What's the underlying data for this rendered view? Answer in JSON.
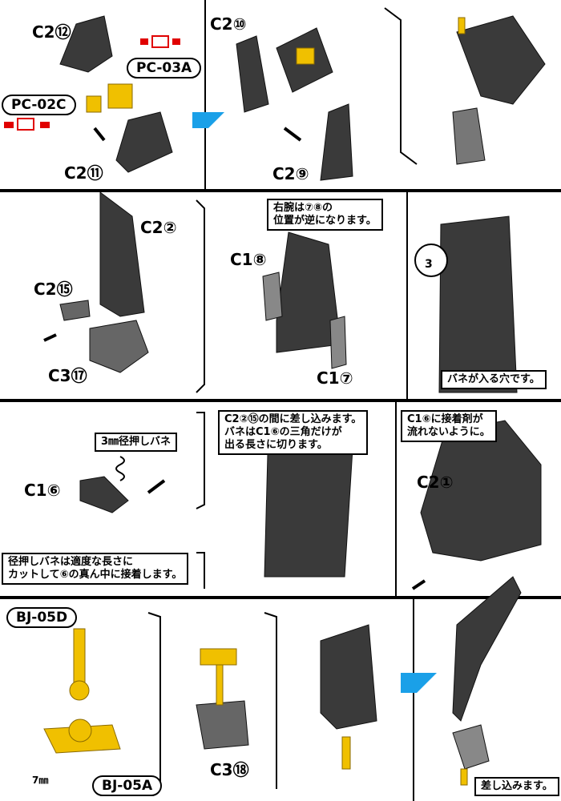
{
  "step1": {
    "labels": [
      "C2⑫",
      "PC-03A",
      "PC-02C",
      "C2⑪",
      "C2⑩",
      "C2⑨"
    ]
  },
  "step2": {
    "labels": [
      "C2②",
      "C2⑮",
      "C3⑰",
      "C1⑧",
      "C1⑦"
    ],
    "note_arm": "右腕は⑦⑧の\n位置が逆になります。",
    "note_hole": "バネが入る穴です。",
    "detail_num": "3"
  },
  "step3": {
    "labels": [
      "C1⑥",
      "C2①"
    ],
    "spring_label": "3㎜径押しバネ",
    "note_spring": "径押しバネは適度な長さに\nカットして⑥の真ん中に接着します。",
    "note_insert": "C2②⑮の間に差し込みます。\nバネはC1⑥の三角だけが\n出る長さに切ります。",
    "note_glue": "C1⑥に接着剤が\n流れないように。"
  },
  "step4": {
    "labels": [
      "BJ-05D",
      "BJ-05A",
      "C3⑱"
    ],
    "dimension": "7㎜",
    "note_final": "差し込みます。"
  },
  "colors": {
    "part": "#3a3a3a",
    "yellow": "#f0c000",
    "blue": "#1aa0e8",
    "red": "#e00000"
  }
}
